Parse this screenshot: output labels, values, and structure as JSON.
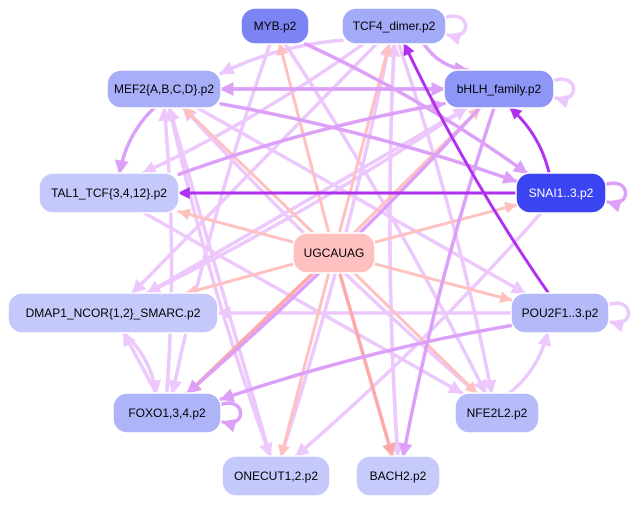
{
  "diagram": {
    "type": "directed-network",
    "colors": {
      "background": "#ffffff",
      "motif_edge": "#ffc0c0",
      "motif_edge_strong": "#ffa8a8",
      "tf_edge_light": "#ecc8fc",
      "tf_edge_mid": "#dca0f8",
      "tf_edge_strong": "#b030f0"
    },
    "nodes": [
      {
        "id": "MYB",
        "label": "MYB.p2",
        "fill": "#7b84f2",
        "text_color": "#000000"
      },
      {
        "id": "TCF4",
        "label": "TCF4_dimer.p2",
        "fill": "#a3abf8",
        "text_color": "#000000"
      },
      {
        "id": "MEF2",
        "label": "MEF2{A,B,C,D}.p2",
        "fill": "#a8aef8",
        "text_color": "#000000"
      },
      {
        "id": "BHLH",
        "label": "bHLH_family.p2",
        "fill": "#8e96f6",
        "text_color": "#000000"
      },
      {
        "id": "TAL1",
        "label": "TAL1_TCF{3,4,12}.p2",
        "fill": "#c4c8fa",
        "text_color": "#000000"
      },
      {
        "id": "SNAI",
        "label": "SNAI1..3.p2",
        "fill": "#3a44f0",
        "text_color": "#ffffff"
      },
      {
        "id": "UGC",
        "label": "UGCAUAG",
        "fill": "#ffc0c0",
        "text_color": "#000000"
      },
      {
        "id": "DMAP",
        "label": "DMAP1_NCOR{1,2}_SMARC.p2",
        "fill": "#c4c8fa",
        "text_color": "#000000"
      },
      {
        "id": "POU",
        "label": "POU2F1..3.p2",
        "fill": "#b4baf8",
        "text_color": "#000000"
      },
      {
        "id": "FOXO",
        "label": "FOXO1,3,4.p2",
        "fill": "#aeb4f8",
        "text_color": "#000000"
      },
      {
        "id": "NFE",
        "label": "NFE2L2.p2",
        "fill": "#b6bcf9",
        "text_color": "#000000"
      },
      {
        "id": "ONE",
        "label": "ONECUT1,2.p2",
        "fill": "#c4c8fa",
        "text_color": "#000000"
      },
      {
        "id": "BACH",
        "label": "BACH2.p2",
        "fill": "#c6cafa",
        "text_color": "#000000"
      }
    ],
    "edges": [
      {
        "from": "UGC",
        "to": "MYB",
        "strength": "motif"
      },
      {
        "from": "UGC",
        "to": "TCF4",
        "strength": "motif"
      },
      {
        "from": "UGC",
        "to": "MEF2",
        "strength": "motif"
      },
      {
        "from": "UGC",
        "to": "BHLH",
        "strength": "motif"
      },
      {
        "from": "UGC",
        "to": "TAL1",
        "strength": "motif"
      },
      {
        "from": "UGC",
        "to": "SNAI",
        "strength": "motif"
      },
      {
        "from": "UGC",
        "to": "DMAP",
        "strength": "motif"
      },
      {
        "from": "UGC",
        "to": "POU",
        "strength": "motif"
      },
      {
        "from": "UGC",
        "to": "FOXO",
        "strength": "motif_strong"
      },
      {
        "from": "UGC",
        "to": "NFE",
        "strength": "motif"
      },
      {
        "from": "UGC",
        "to": "ONE",
        "strength": "motif"
      },
      {
        "from": "UGC",
        "to": "BACH",
        "strength": "motif_strong"
      },
      {
        "from": "SNAI",
        "to": "TAL1",
        "strength": "strong"
      },
      {
        "from": "SNAI",
        "to": "BHLH",
        "strength": "strong"
      },
      {
        "from": "SNAI",
        "to": "SNAI",
        "strength": "mid"
      },
      {
        "from": "POU",
        "to": "TCF4",
        "strength": "strong"
      },
      {
        "from": "BHLH",
        "to": "BACH",
        "strength": "mid"
      },
      {
        "from": "BHLH",
        "to": "FOXO",
        "strength": "mid"
      },
      {
        "from": "BHLH",
        "to": "MEF2",
        "strength": "mid"
      },
      {
        "from": "BHLH",
        "to": "BHLH",
        "strength": "light"
      },
      {
        "from": "TCF4",
        "to": "TCF4",
        "strength": "light"
      },
      {
        "from": "TCF4",
        "to": "BHLH",
        "strength": "mid"
      },
      {
        "from": "TCF4",
        "to": "MEF2",
        "strength": "light"
      },
      {
        "from": "TCF4",
        "to": "TAL1",
        "strength": "light"
      },
      {
        "from": "TCF4",
        "to": "DMAP",
        "strength": "light"
      },
      {
        "from": "TCF4",
        "to": "BACH",
        "strength": "light"
      },
      {
        "from": "MYB",
        "to": "SNAI",
        "strength": "mid"
      },
      {
        "from": "MYB",
        "to": "NFE",
        "strength": "light"
      },
      {
        "from": "MEF2",
        "to": "BHLH",
        "strength": "mid"
      },
      {
        "from": "MEF2",
        "to": "TAL1",
        "strength": "mid"
      },
      {
        "from": "MEF2",
        "to": "SNAI",
        "strength": "mid"
      },
      {
        "from": "MEF2",
        "to": "POU",
        "strength": "light"
      },
      {
        "from": "MEF2",
        "to": "ONE",
        "strength": "light"
      },
      {
        "from": "DMAP",
        "to": "FOXO",
        "strength": "light"
      },
      {
        "from": "FOXO",
        "to": "DMAP",
        "strength": "light"
      },
      {
        "from": "FOXO",
        "to": "FOXO",
        "strength": "mid"
      },
      {
        "from": "FOXO",
        "to": "MEF2",
        "strength": "light"
      },
      {
        "from": "POU",
        "to": "POU",
        "strength": "light"
      },
      {
        "from": "POU",
        "to": "DMAP",
        "strength": "light"
      },
      {
        "from": "POU",
        "to": "FOXO",
        "strength": "mid"
      },
      {
        "from": "NFE",
        "to": "POU",
        "strength": "light"
      },
      {
        "from": "NFE",
        "to": "MEF2",
        "strength": "light"
      },
      {
        "from": "ONE",
        "to": "MEF2",
        "strength": "light"
      },
      {
        "from": "ONE",
        "to": "TCF4",
        "strength": "light"
      },
      {
        "from": "BACH",
        "to": "TCF4",
        "strength": "light"
      },
      {
        "from": "TAL1",
        "to": "BHLH",
        "strength": "mid"
      },
      {
        "from": "TAL1",
        "to": "NFE",
        "strength": "light"
      },
      {
        "from": "DMAP",
        "to": "BHLH",
        "strength": "light"
      },
      {
        "from": "SNAI",
        "to": "ONE",
        "strength": "light"
      },
      {
        "from": "BHLH",
        "to": "DMAP",
        "strength": "light"
      },
      {
        "from": "MYB",
        "to": "FOXO",
        "strength": "light"
      },
      {
        "from": "TCF4",
        "to": "NFE",
        "strength": "light"
      }
    ]
  }
}
